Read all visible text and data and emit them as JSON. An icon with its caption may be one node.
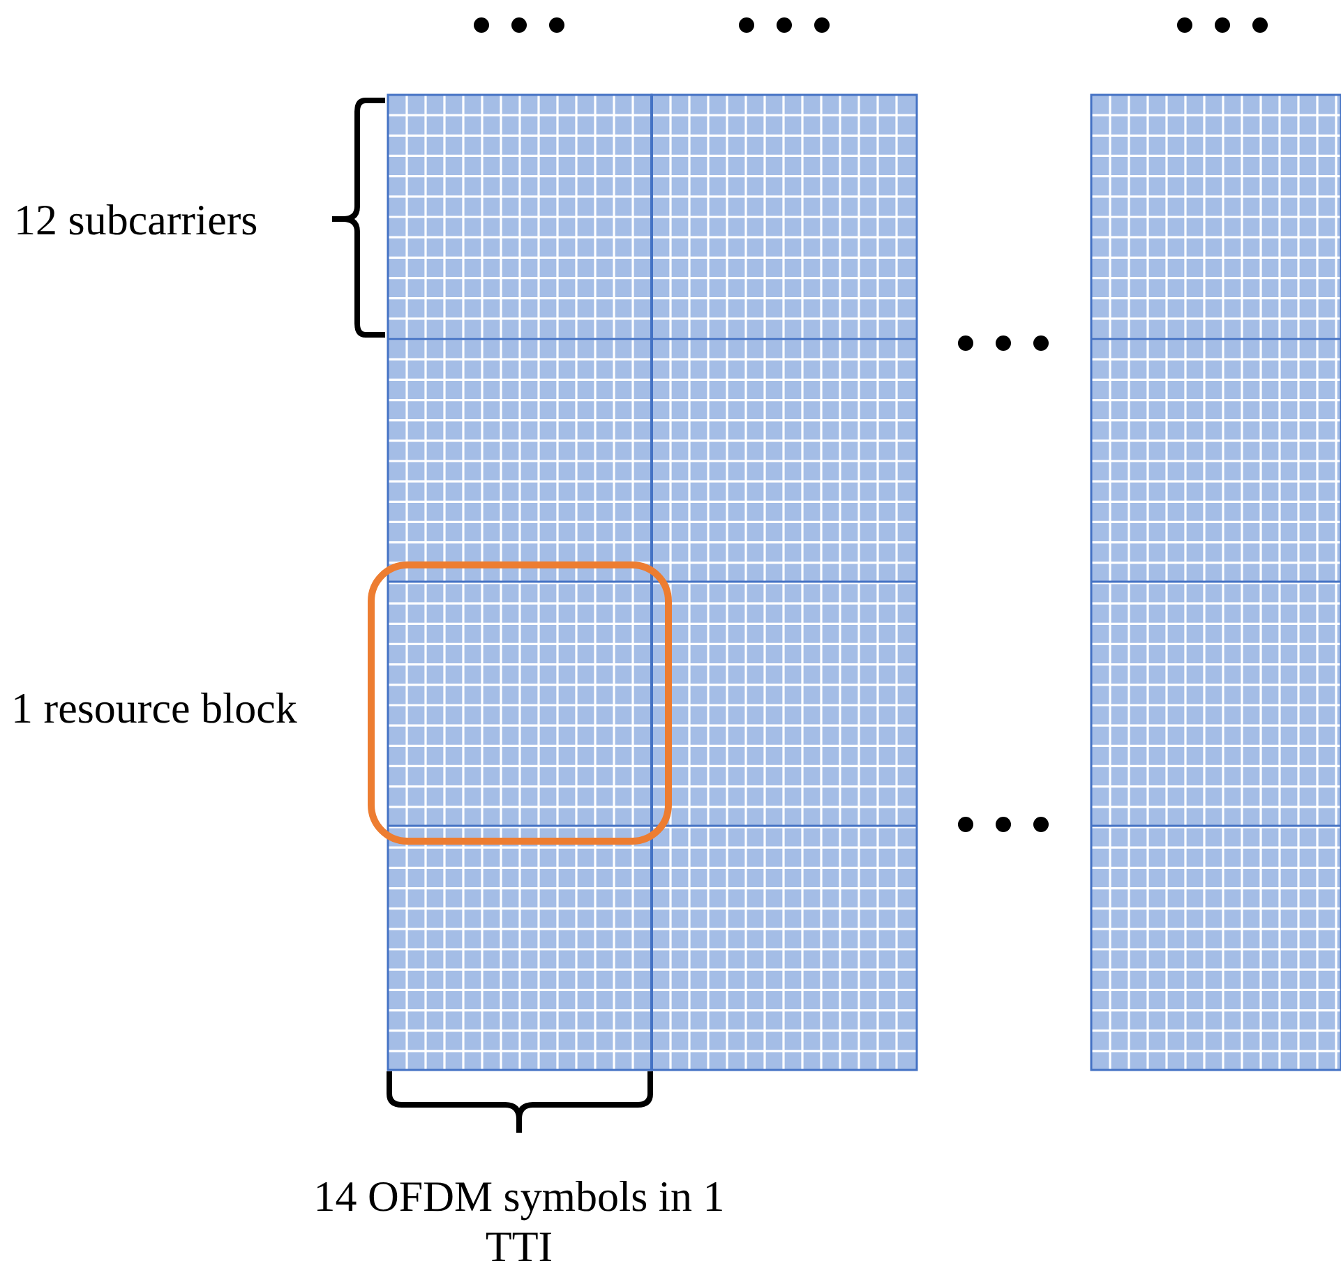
{
  "diagram": {
    "labels": [
      "12 subcarriers",
      "1 resource block",
      "14 OFDM symbols in 1 TTI"
    ]
  }
}
